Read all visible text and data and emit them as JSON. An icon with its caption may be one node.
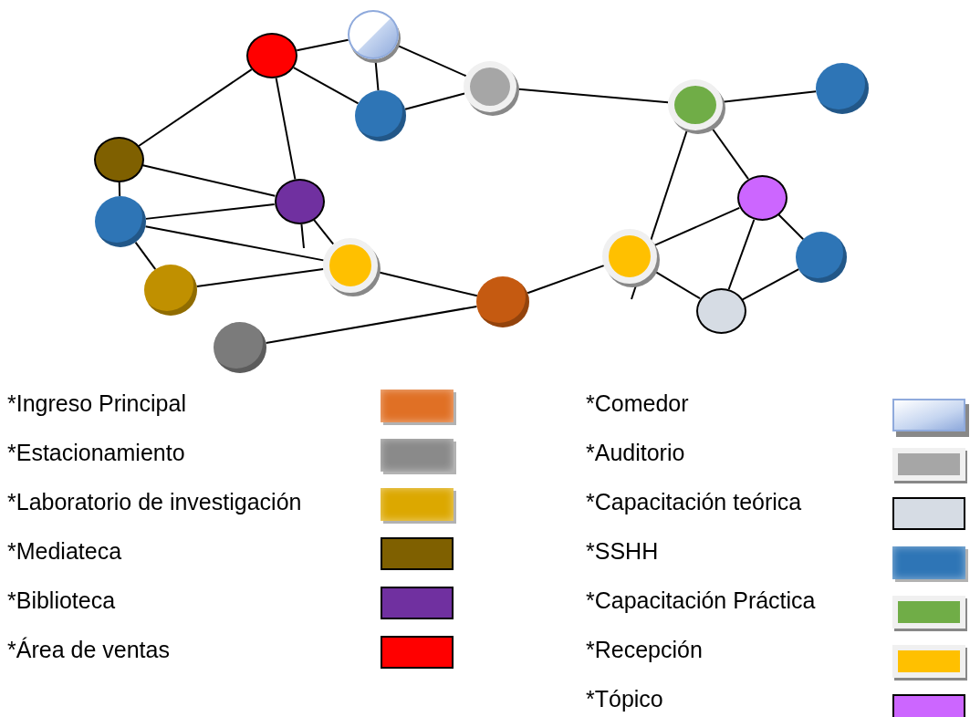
{
  "diagram": {
    "nodes": [
      {
        "text": [],
        "shape": "circle"
      },
      {
        "text": [],
        "shape": "circle"
      },
      {
        "text": [],
        "shape": "circle"
      },
      {
        "text": [],
        "shape": "circle"
      },
      {
        "text": [],
        "shape": "circle"
      },
      {
        "text": [],
        "shape": "circle"
      },
      {
        "text": [],
        "shape": "circle"
      },
      {
        "text": [],
        "shape": "circle"
      },
      {
        "text": [],
        "shape": "circle"
      },
      {
        "text": [],
        "shape": "circle"
      },
      {
        "text": [],
        "shape": "circle"
      },
      {
        "text": [],
        "shape": "circle"
      },
      {
        "text": [],
        "shape": "circle"
      },
      {
        "text": [],
        "shape": "circle"
      },
      {
        "text": [],
        "shape": "circle"
      },
      {
        "text": [],
        "shape": "circle"
      },
      {
        "text": [],
        "shape": "circle"
      }
    ],
    "edges": [
      {
        "from": 1,
        "to": 0,
        "arrow": "none"
      },
      {
        "from": 0,
        "to": 4,
        "arrow": "none"
      },
      {
        "from": 0,
        "to": 2,
        "arrow": "none"
      },
      {
        "from": 1,
        "to": 4,
        "arrow": "none"
      },
      {
        "from": 4,
        "to": 2,
        "arrow": "none"
      },
      {
        "from": 2,
        "to": 3,
        "arrow": "none"
      },
      {
        "from": 3,
        "to": 5,
        "arrow": "none"
      },
      {
        "from": 1,
        "to": 6,
        "arrow": "none"
      },
      {
        "from": 1,
        "to": 7,
        "arrow": "none"
      },
      {
        "from": 6,
        "to": 9,
        "arrow": "none"
      },
      {
        "from": 6,
        "to": 7,
        "arrow": "none"
      },
      {
        "from": 9,
        "to": 7,
        "arrow": "none"
      },
      {
        "from": 9,
        "to": 13,
        "arrow": "none"
      },
      {
        "from": 9,
        "to": 10,
        "arrow": "none"
      },
      {
        "from": 13,
        "to": 10,
        "arrow": "none"
      },
      {
        "from": 7,
        "to": 10,
        "arrow": "none"
      },
      {
        "from": 7,
        "to": null,
        "arrow": "none"
      },
      {
        "from": 10,
        "to": 14,
        "arrow": "none"
      },
      {
        "from": 16,
        "to": 14,
        "arrow": "none"
      },
      {
        "from": 14,
        "to": 11,
        "arrow": "none"
      },
      {
        "from": 3,
        "to": null,
        "arrow": "none"
      },
      {
        "from": 3,
        "to": 8,
        "arrow": "none"
      },
      {
        "from": 8,
        "to": 15,
        "arrow": "none"
      },
      {
        "from": 11,
        "to": 8,
        "arrow": "none"
      },
      {
        "from": 11,
        "to": 15,
        "arrow": "none"
      },
      {
        "from": 8,
        "to": 12,
        "arrow": "none"
      },
      {
        "from": 12,
        "to": 15,
        "arrow": "none"
      }
    ],
    "legend": [
      {
        "text": "*Ingreso Principal",
        "color": "#e07025"
      },
      {
        "text": "*Estacionamiento",
        "color": "#8a8a8a"
      },
      {
        "text": "*Laboratorio de investigación",
        "color": "#dca800"
      },
      {
        "text": "*Mediateca",
        "color": "#7f6000"
      },
      {
        "text": "*Biblioteca",
        "color": "#7030a0"
      },
      {
        "text": "*Área de ventas",
        "color": "#ff0000"
      },
      {
        "text": "*Comedor",
        "color": "#c5d5f0"
      },
      {
        "text": "*Auditorio",
        "color": "#a6a6a6"
      },
      {
        "text": "*Capacitación teórica",
        "color": "#d6dce4"
      },
      {
        "text": "*SSHH",
        "color": "#2e75b6"
      },
      {
        "text": "*Capacitación Práctica",
        "color": "#70ad47"
      },
      {
        "text": "*Recepción",
        "color": "#ffc000"
      },
      {
        "text": "*Tópico",
        "color": "#cc66ff"
      }
    ]
  }
}
